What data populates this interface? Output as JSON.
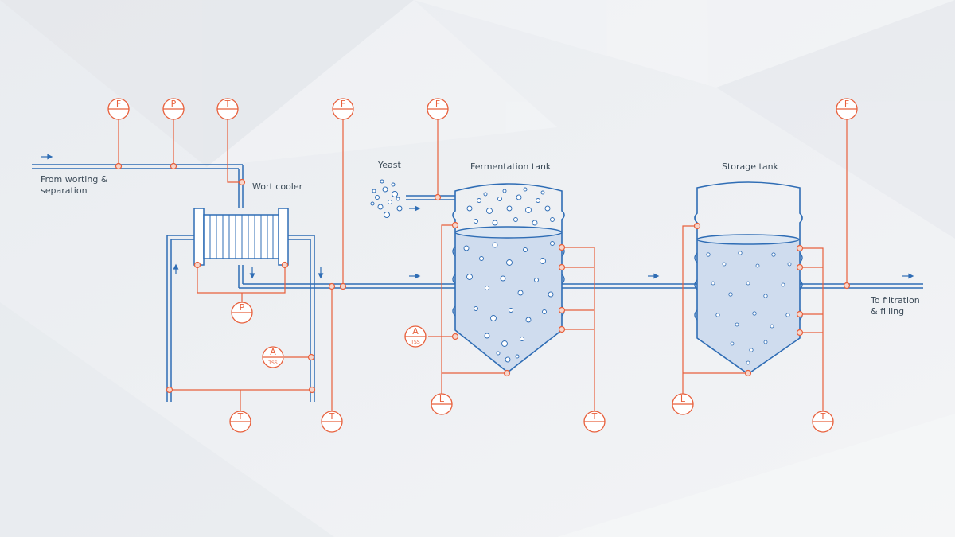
{
  "colors": {
    "background": "#eef0f3",
    "pipe_blue": "#2f6db5",
    "liquid_fill": "#cfdcee",
    "instrument_orange": "#e8603c",
    "text": "#3b4a57"
  },
  "labels": {
    "source": [
      "From worting &",
      "separation"
    ],
    "wort_cooler": "Wort cooler",
    "yeast": "Yeast",
    "fermentation_tank": "Fermentation tank",
    "storage_tank": "Storage tank",
    "destination": [
      "To filtration",
      "& filling"
    ]
  },
  "instruments": {
    "flow_inlet": "F",
    "pressure_inlet": "P",
    "temperature_inlet": "T",
    "flow_after_cooler": "F",
    "flow_yeast": "F",
    "flow_outlet": "F",
    "pressure_cooler": "P",
    "analyzer_loop": {
      "letter": "A",
      "sub": "TSS"
    },
    "temperature_loop": "T",
    "temperature_after_cooler": "T",
    "analyzer_fermentation": {
      "letter": "A",
      "sub": "TSS"
    },
    "level_fermentation": "L",
    "temperature_fermentation": "T",
    "level_storage": "L",
    "temperature_storage": "T"
  },
  "icons": [
    "flow-arrow-icon",
    "heat-exchanger-icon",
    "tank-icon",
    "yeast-icon"
  ]
}
